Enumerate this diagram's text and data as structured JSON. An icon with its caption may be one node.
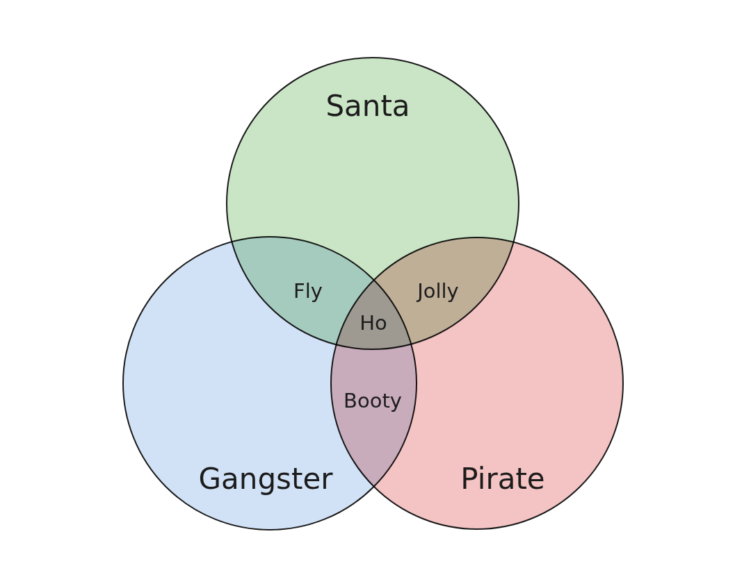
{
  "diagram": {
    "nodes": [
      {
        "text": [
          "Santa"
        ]
      },
      {
        "text": [
          "Gangster"
        ]
      },
      {
        "text": [
          "Pirate"
        ]
      }
    ],
    "labels": [
      "Fly",
      "Jolly",
      "Ho",
      "Booty"
    ]
  }
}
